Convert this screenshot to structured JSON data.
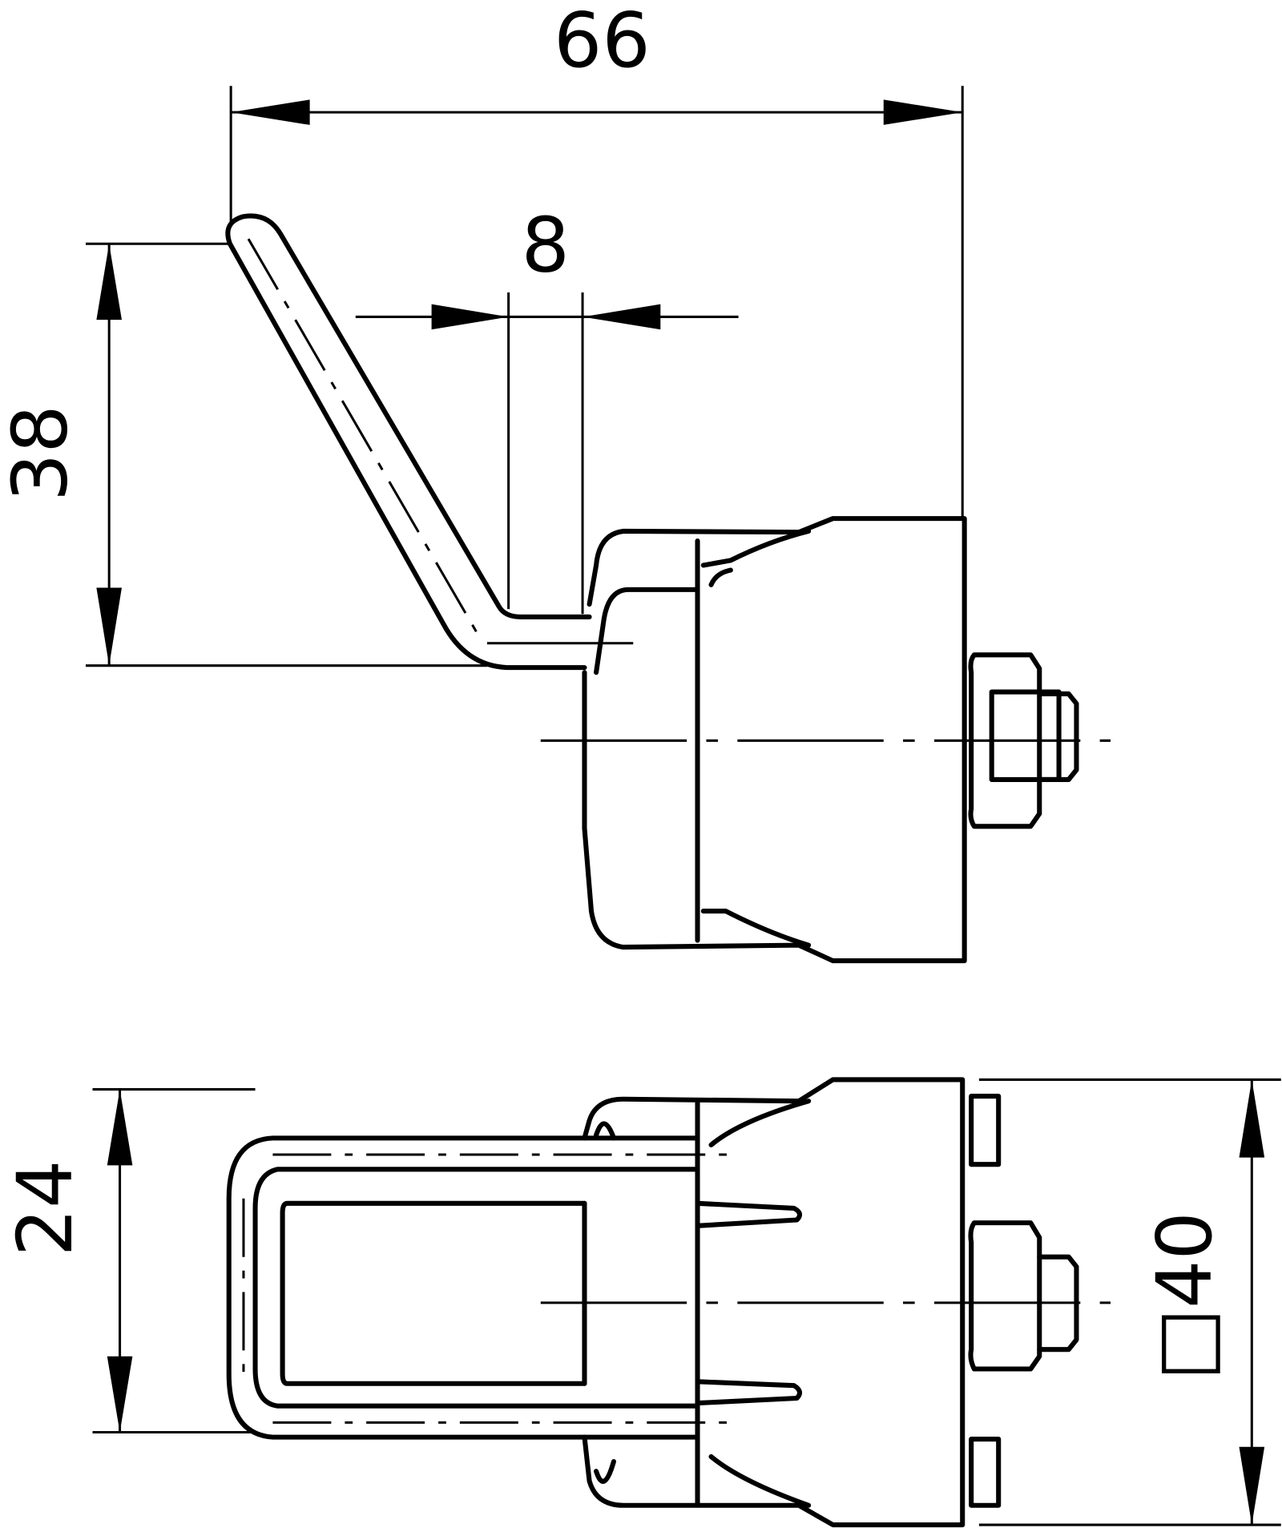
{
  "dimensions": {
    "overall_length": "66",
    "hook_width": "8",
    "hook_height": "38",
    "loop_width": "24",
    "square_size": "□40"
  },
  "colors": {
    "line": "#000000",
    "background": "#ffffff"
  }
}
